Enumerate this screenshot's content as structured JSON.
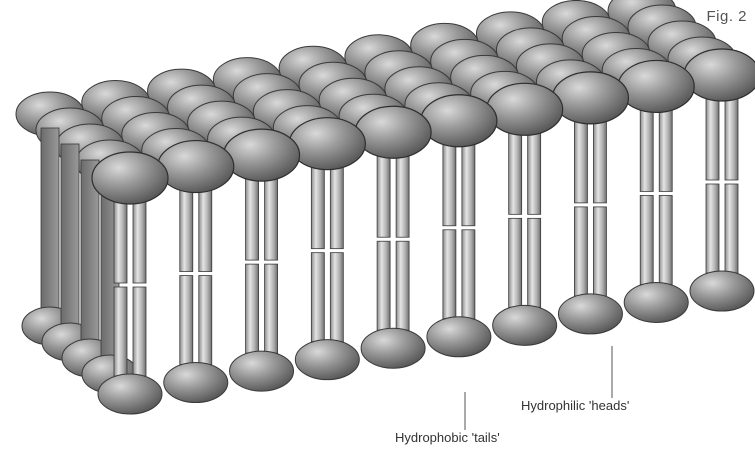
{
  "figure": {
    "label": "Fig. 2"
  },
  "labels": {
    "heads": "Hydrophilic 'heads'",
    "tails": "Hydrophobic 'tails'"
  },
  "colors": {
    "head": "#8a8a8a",
    "tail": "#bcbcbc",
    "outline": "#333333",
    "background": "#ffffff"
  }
}
